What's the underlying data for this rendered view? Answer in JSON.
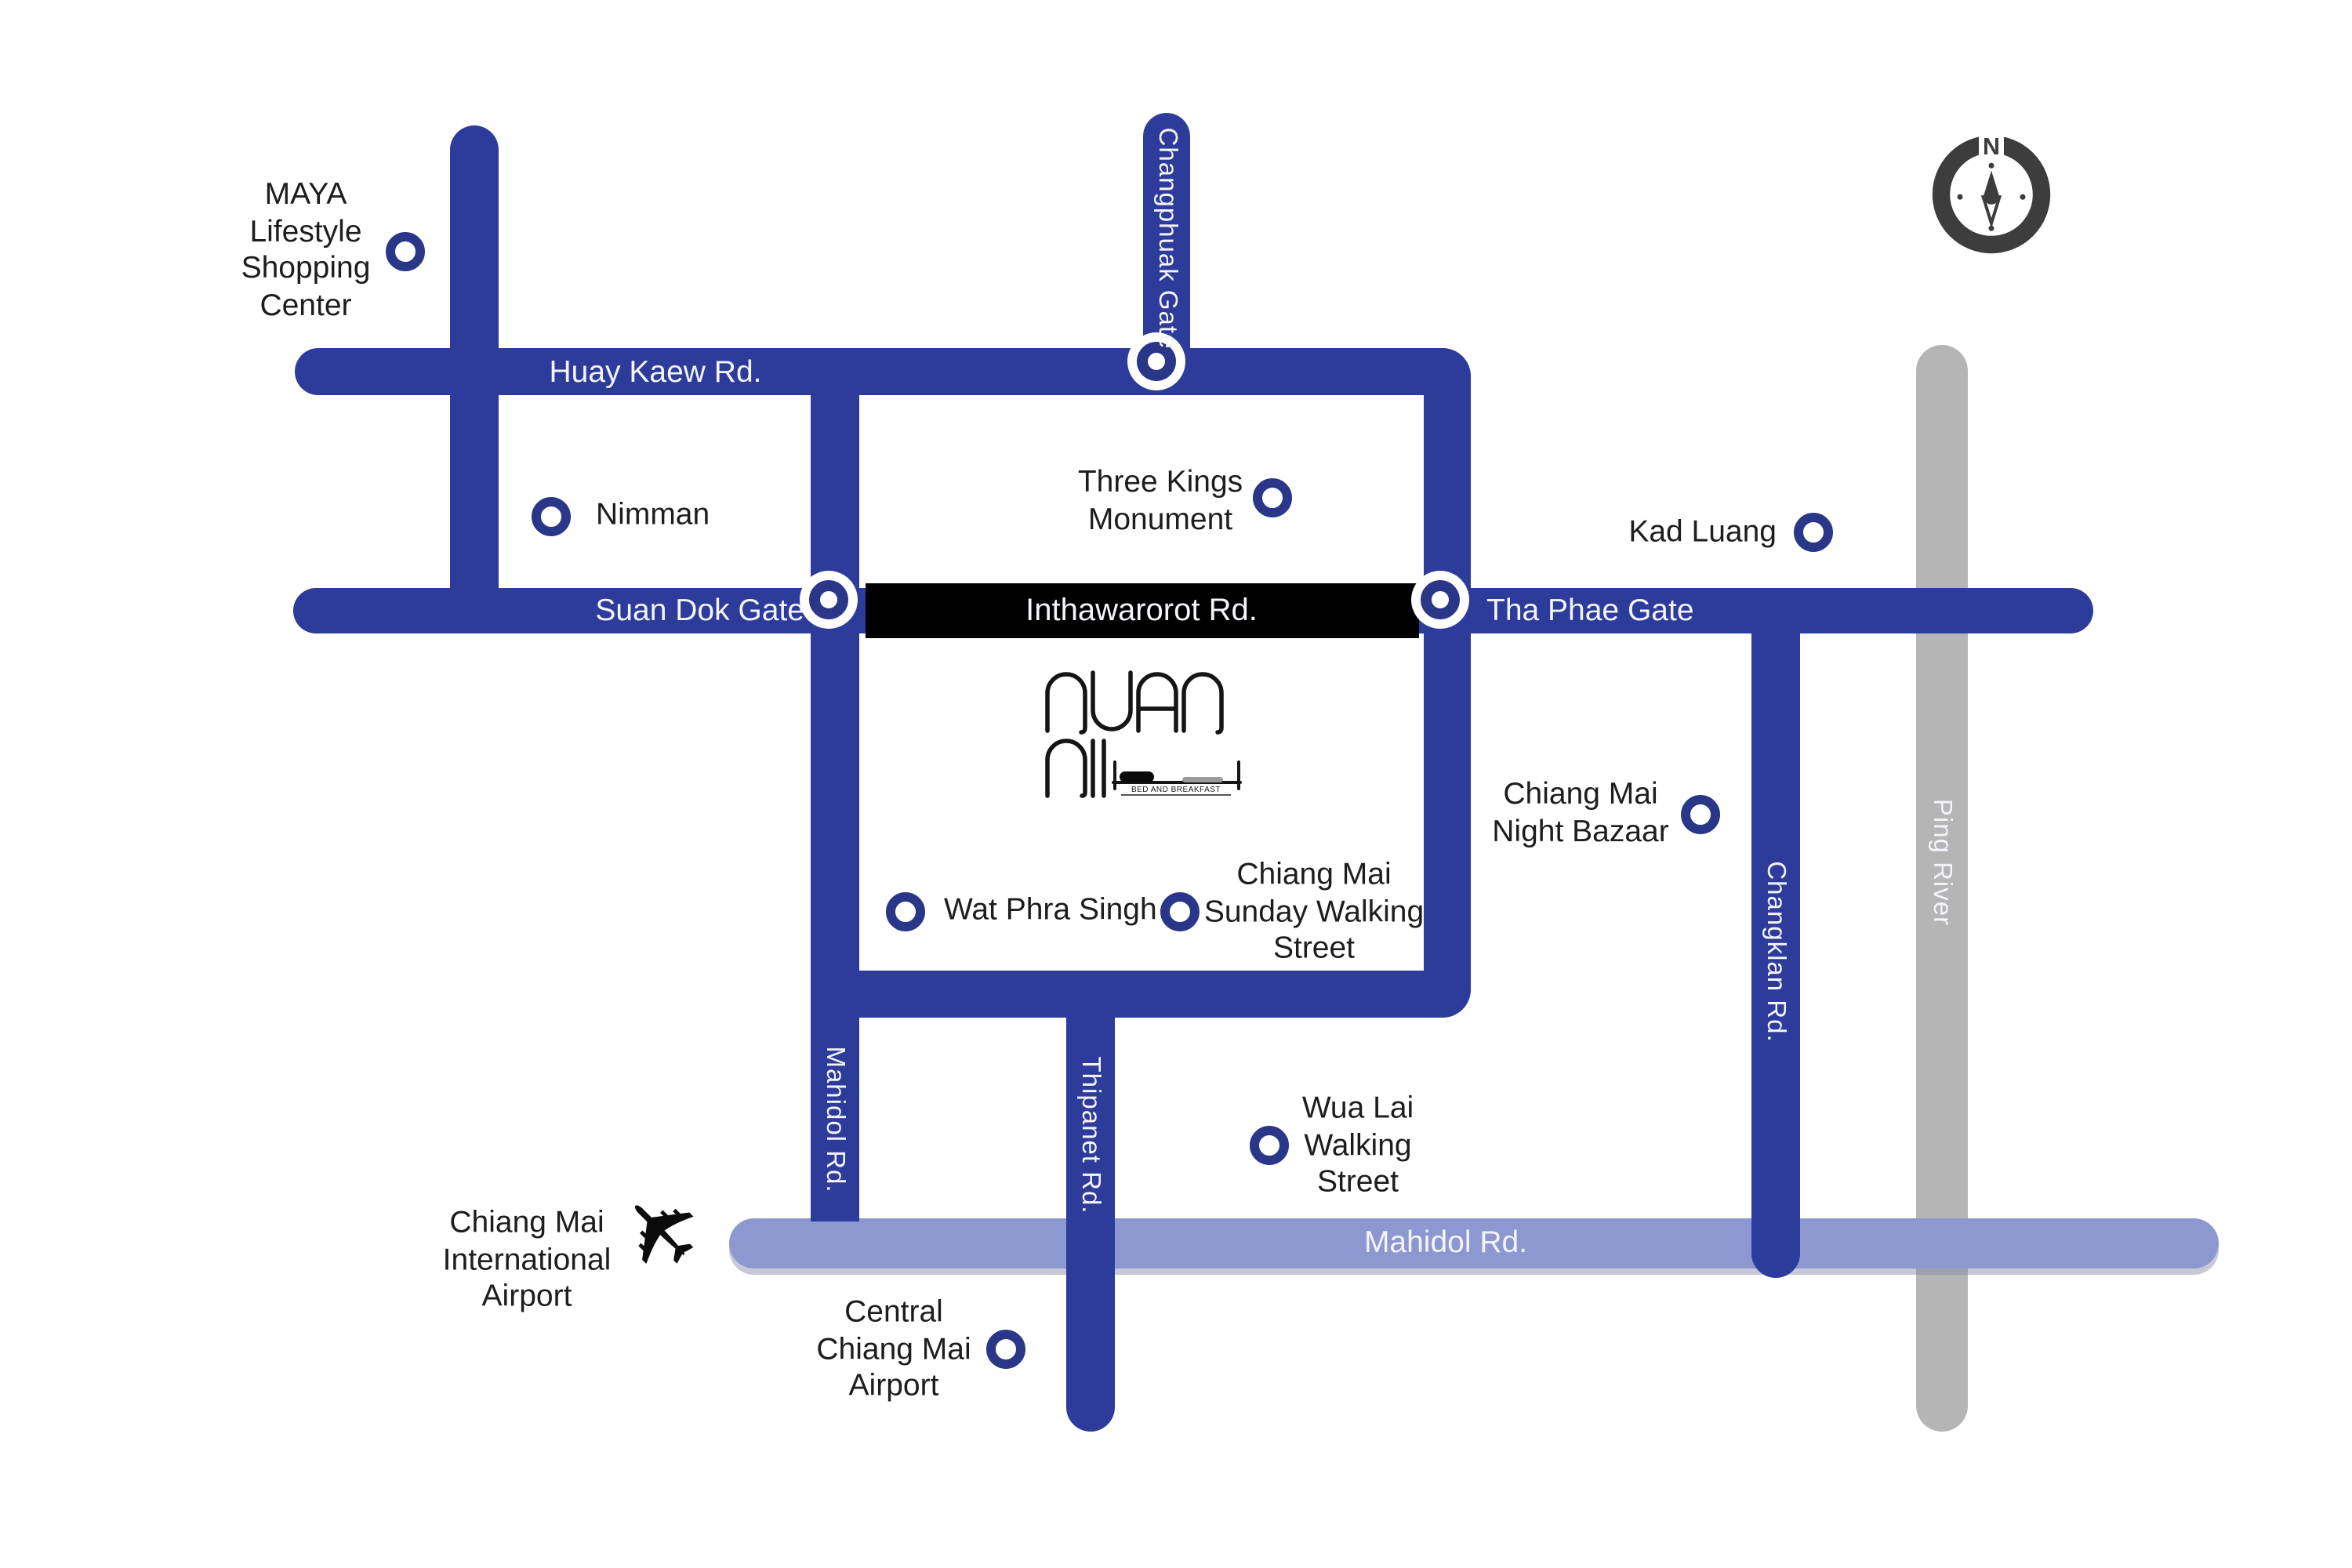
{
  "colors": {
    "road_blue": "#2d3c9b",
    "marker_ring_blue": "#2a3789",
    "mahidol_light_blue": "#8d98d0",
    "river_gray": "#b5b5b5",
    "inthawarorot_black": "#000000",
    "background": "#ffffff",
    "compass_gray": "#3d3d3d"
  },
  "compass": {
    "north_label": "N"
  },
  "roads": {
    "huay_kaew": "Huay Kaew Rd.",
    "changphuak_gate": "Changphuak Gate",
    "suan_dok_gate": "Suan Dok Gate",
    "inthawarorot": "Inthawarorot Rd.",
    "tha_phae_gate": "Tha Phae Gate",
    "mahidol_vertical": "Mahidol Rd.",
    "thipanet": "Thipanet Rd.",
    "changklan": "Changklan Rd.",
    "mahidol_horizontal": "Mahidol Rd.",
    "ping_river": "Ping River"
  },
  "places": {
    "maya": {
      "lines": [
        "MAYA",
        "Lifestyle",
        "Shopping",
        "Center"
      ]
    },
    "nimman": {
      "lines": [
        "Nimman"
      ]
    },
    "three_kings": {
      "lines": [
        "Three Kings",
        "Monument"
      ]
    },
    "kad_luang": {
      "lines": [
        "Kad Luang"
      ]
    },
    "night_bazaar": {
      "lines": [
        "Chiang Mai",
        "Night Bazaar"
      ]
    },
    "wat_phra_singh": {
      "lines": [
        "Wat Phra Singh"
      ]
    },
    "sunday_walking": {
      "lines": [
        "Chiang Mai",
        "Sunday Walking",
        "Street"
      ]
    },
    "wua_lai": {
      "lines": [
        "Wua Lai",
        "Walking",
        "Street"
      ]
    },
    "central_airport": {
      "lines": [
        "Central",
        "Chiang Mai",
        "Airport"
      ]
    },
    "intl_airport": {
      "lines": [
        "Chiang Mai",
        "International",
        "Airport"
      ]
    }
  },
  "logo": {
    "name_line1": "NUAN",
    "name_line2": "NII",
    "caption": "BED AND BREAKFAST"
  },
  "icons": {
    "plane": "✈"
  }
}
